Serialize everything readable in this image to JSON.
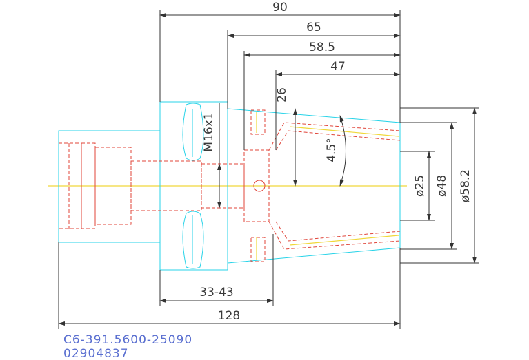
{
  "dimensions": {
    "d90": "90",
    "d65": "65",
    "d58_5": "58.5",
    "d47": "47",
    "d26": "26",
    "thread": "M16x1",
    "angle": "4.5°",
    "dia25": "ø25",
    "dia48": "ø48",
    "dia58_2": "ø58.2",
    "range": "33-43",
    "d128": "128"
  },
  "part": {
    "code": "C6-391.5600-25090",
    "number": "02904837"
  },
  "colors": {
    "outline": "#27d3e8",
    "hidden": "#e0453a",
    "centerline": "#f0d83a",
    "dimension": "#333333",
    "part_text": "#5a6fd0"
  }
}
